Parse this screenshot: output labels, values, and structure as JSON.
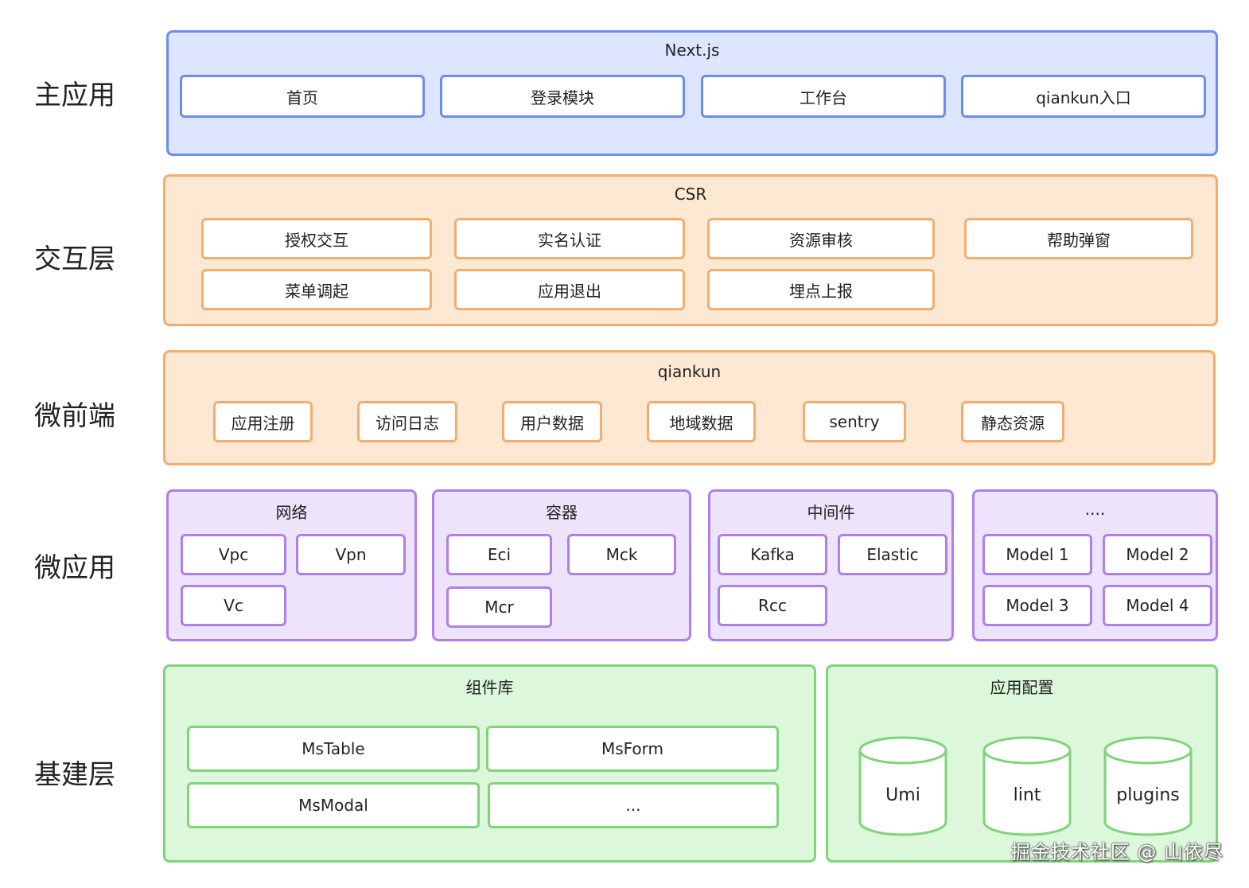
{
  "layers": {
    "main_app": "主应用",
    "interaction": "交互层",
    "micro_frontend": "微前端",
    "micro_app": "微应用",
    "infra": "基建层"
  },
  "main_app_panel": {
    "title": "Next.js",
    "items": [
      "首页",
      "登录模块",
      "工作台",
      "qiankun入口"
    ]
  },
  "csr_panel": {
    "title": "CSR",
    "items": [
      "授权交互",
      "实名认证",
      "资源审核",
      "帮助弹窗",
      "菜单调起",
      "应用退出",
      "埋点上报"
    ]
  },
  "qiankun_panel": {
    "title": "qiankun",
    "items": [
      "应用注册",
      "访问日志",
      "用户数据",
      "地域数据",
      "sentry",
      "静态资源"
    ]
  },
  "micro_apps": {
    "network": {
      "title": "网络",
      "items": [
        "Vpc",
        "Vpn",
        "Vc"
      ]
    },
    "container": {
      "title": "容器",
      "items": [
        "Eci",
        "Mck",
        "Mcr"
      ]
    },
    "middleware": {
      "title": "中间件",
      "items": [
        "Kafka",
        "Elastic",
        "Rcc"
      ]
    },
    "more": {
      "title": "....",
      "items": [
        "Model 1",
        "Model 2",
        "Model 3",
        "Model 4"
      ]
    }
  },
  "component_lib": {
    "title": "组件库",
    "items": [
      "MsTable",
      "MsForm",
      "MsModal",
      "..."
    ]
  },
  "app_config": {
    "title": "应用配置",
    "items": [
      "Umi",
      "lint",
      "plugins"
    ]
  },
  "watermark": "掘金技术社区 @ 山依尽",
  "colors": {
    "blue": "#6b8cf0",
    "orange": "#f3ae6e",
    "purple": "#b27ee8",
    "green": "#7fd47a"
  }
}
